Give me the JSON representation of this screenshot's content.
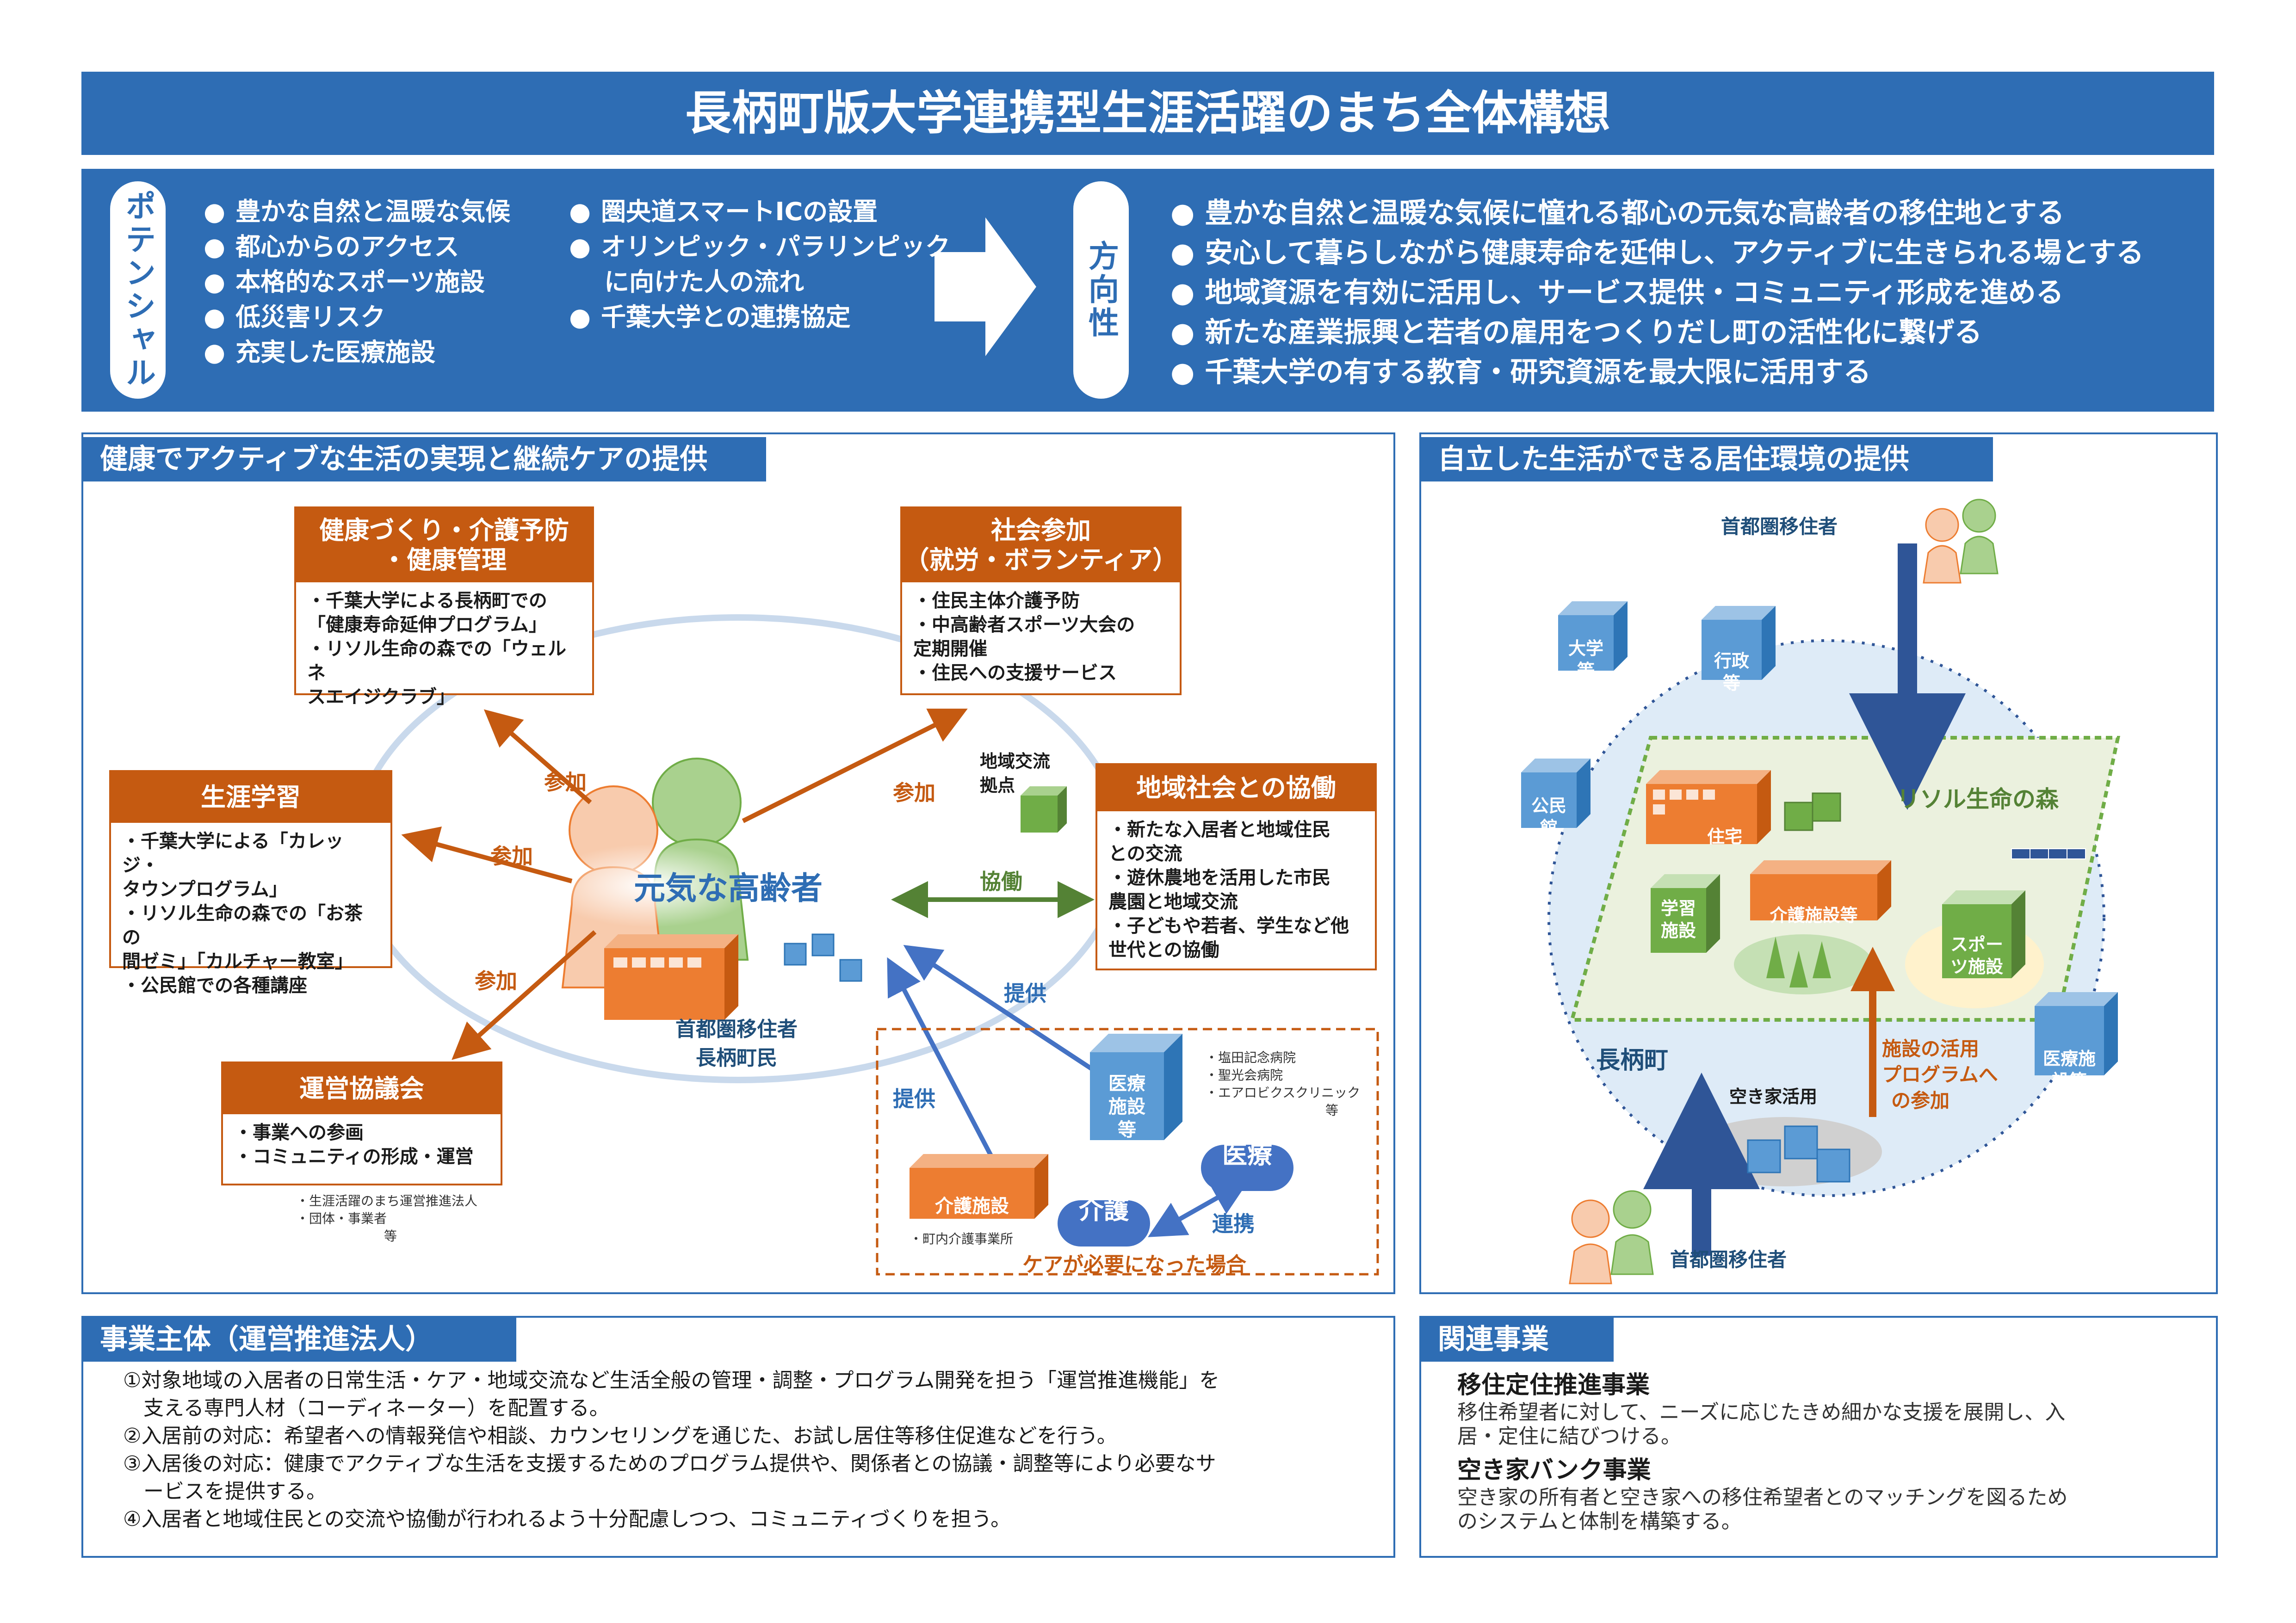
{
  "title": "長柄町版大学連携型生涯活躍のまち全体構想",
  "potential": {
    "label": "ポテンシャル",
    "col1": [
      "豊かな自然と温暖な気候",
      "都心からのアクセス",
      "本格的なスポーツ施設",
      "低災害リスク",
      "充実した医療施設"
    ],
    "col2": [
      "圏央道スマートICの設置",
      "オリンピック・パラリンピック",
      "に向けた人の流れ",
      "千葉大学との連携協定"
    ]
  },
  "direction": {
    "label": "方向性",
    "items": [
      "豊かな自然と温暖な気候に憧れる都心の元気な高齢者の移住地とする",
      "安心して暮らしながら健康寿命を延伸し、アクティブに生きられる場とする",
      "地域資源を有効に活用し、サービス提供・コミュニティ形成を進める",
      "新たな産業振興と若者の雇用をつくりだし町の活性化に繋げる",
      "千葉大学の有する教育・研究資源を最大限に活用する"
    ]
  },
  "left_panel": {
    "heading": "健康でアクティブな生活の実現と継続ケアの提供",
    "center_label": "元気な高齢者",
    "residents": [
      "首都圏移住者",
      "長柄町民"
    ],
    "boxes": {
      "health": {
        "title": [
          "健康づくり・介護予防",
          "・健康管理"
        ],
        "lines": [
          "・千葉大学による長柄町での",
          "「健康寿命延伸プログラム」",
          "・リソル生命の森での「ウェルネ",
          "スエイジクラブ」"
        ]
      },
      "social": {
        "title": [
          "社会参加",
          "（就労・ボランティア）"
        ],
        "lines": [
          "・住民主体介護予防",
          "・中高齢者スポーツ大会の",
          "定期開催",
          "・住民への支援サービス"
        ]
      },
      "learning": {
        "title": [
          "生涯学習"
        ],
        "lines": [
          "・千葉大学による「カレッジ・",
          "タウンプログラム」",
          "・リソル生命の森での「お茶の",
          "間ゼミ」「カルチャー教室」",
          "・公民館での各種講座"
        ]
      },
      "community": {
        "title": [
          "地域社会との協働"
        ],
        "lines": [
          "・新たな入居者と地域住民",
          "との交流",
          "・遊休農地を活用した市民",
          "農園と地域交流",
          "・子どもや若者、学生など他",
          "世代との協働"
        ]
      },
      "council": {
        "title": [
          "運営協議会"
        ],
        "lines": [
          "・事業への参画",
          "・コミュニティの形成・運営"
        ]
      }
    },
    "council_note": [
      "・生涯活躍のまち運営推進法人",
      "・団体・事業者",
      "等"
    ],
    "arrows": {
      "participate": "参加",
      "cooperate": "協働",
      "provide": "提供",
      "link": "連携"
    },
    "hub": [
      "地域交流",
      "拠点"
    ],
    "care": {
      "nursing": "介護施設",
      "nursing_note": "・町内介護事業所",
      "medical_facility": [
        "医療",
        "施設",
        "等"
      ],
      "hospitals": [
        "・塩田記念病院",
        "・聖光会病院",
        "・エアロビクスクリニック",
        "等"
      ],
      "medical": "医療",
      "kaigo": "介護",
      "caption": "ケアが必要になった場合"
    }
  },
  "right_panel": {
    "heading": "自立した生活ができる居住環境の提供",
    "top_mover": "首都圏移住者",
    "bottom_mover": "首都圏移住者",
    "buildings": {
      "univ": [
        "大学",
        "等"
      ],
      "admin": [
        "行政",
        "等"
      ],
      "kominkan": [
        "公民",
        "館"
      ],
      "house": "住宅",
      "school": [
        "学習",
        "施設"
      ],
      "care": "介護施設等",
      "sports": [
        "スポー",
        "ツ施設"
      ],
      "medical": [
        "医療施",
        "設等"
      ]
    },
    "risol": "リソル生命の森",
    "town": "長柄町",
    "vacant": "空き家活用",
    "facility_use": [
      "施設の活用",
      "プログラムへ",
      "の参加"
    ]
  },
  "business": {
    "heading": "事業主体（運営推進法人）",
    "lines": [
      "①対象地域の入居者の日常生活・ケア・地域交流など生活全般の管理・調整・プログラム開発を担う「運営推進機能」を",
      "　支える専門人材（コーディネーター）を配置する。",
      "②入居前の対応：希望者への情報発信や相談、カウンセリングを通じた、お試し居住等移住促進などを行う。",
      "③入居後の対応：健康でアクティブな生活を支援するためのプログラム提供や、関係者との協議・調整等により必要なサ",
      "　ービスを提供する。",
      "④入居者と地域住民との交流や協働が行われるよう十分配慮しつつ、コミュニティづくりを担う。"
    ]
  },
  "related": {
    "heading": "関連事業",
    "items": [
      {
        "name": "移住定住推進事業",
        "desc": [
          "移住希望者に対して、ニーズに応じたきめ細かな支援を展開し、入",
          "居・定住に結びつける。"
        ]
      },
      {
        "name": "空き家バンク事業",
        "desc": [
          "空き家の所有者と空き家への移住希望者とのマッチングを図るため",
          "のシステムと体制を構築する。"
        ]
      }
    ]
  },
  "colors": {
    "blue": "#2e6db4",
    "orange": "#c55a11",
    "green": "#548235",
    "cube_blue": "#5b9bd5",
    "cube_orange": "#ed7d31",
    "cube_green": "#70ad47"
  }
}
